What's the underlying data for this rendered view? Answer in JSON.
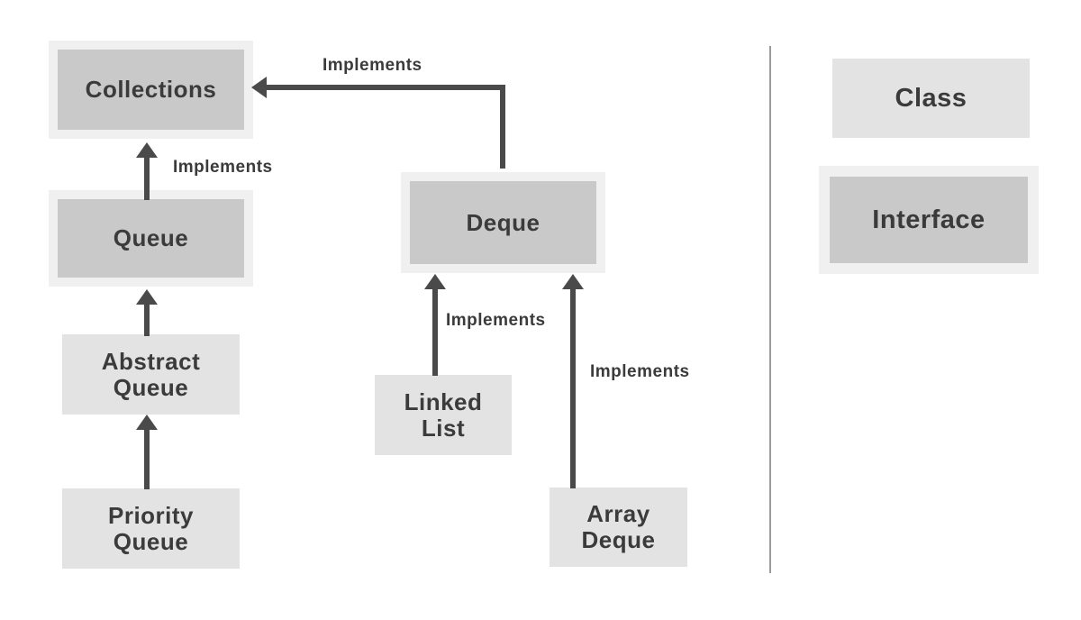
{
  "diagram": {
    "nodes": {
      "collections": {
        "label": "Collections",
        "type": "interface"
      },
      "queue": {
        "label": "Queue",
        "type": "interface"
      },
      "deque": {
        "label": "Deque",
        "type": "interface"
      },
      "abstract_queue": {
        "label": "Abstract\nQueue",
        "type": "class"
      },
      "priority_queue": {
        "label": "Priority\nQueue",
        "type": "class"
      },
      "linked_list": {
        "label": "Linked\nList",
        "type": "class"
      },
      "array_deque": {
        "label": "Array\nDeque",
        "type": "class"
      }
    },
    "edges": [
      {
        "from": "queue",
        "to": "collections",
        "label": "Implements"
      },
      {
        "from": "deque",
        "to": "collections",
        "label": "Implements"
      },
      {
        "from": "linked_list",
        "to": "deque",
        "label": "Implements"
      },
      {
        "from": "array_deque",
        "to": "deque",
        "label": "Implements"
      },
      {
        "from": "abstract_queue",
        "to": "queue",
        "label": ""
      },
      {
        "from": "priority_queue",
        "to": "abstract_queue",
        "label": ""
      }
    ],
    "legend": {
      "items": [
        {
          "label": "Class",
          "type": "class"
        },
        {
          "label": "Interface",
          "type": "interface"
        }
      ]
    },
    "colors": {
      "background": "#ffffff",
      "halo": "#f0f0f0",
      "class_fill": "#e3e3e3",
      "interface_fill": "#c9c9c9",
      "arrow": "#4a4a4a",
      "text": "#3b3b3b",
      "divider": "#9b9b9b"
    }
  }
}
